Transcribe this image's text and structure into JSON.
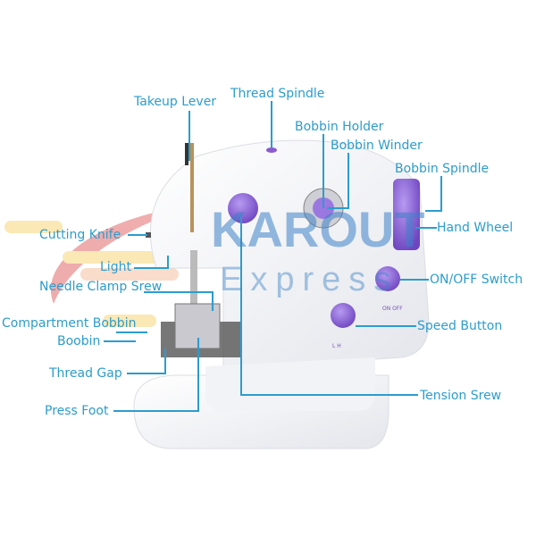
{
  "watermark": {
    "brand": "KAROUT",
    "sub": "Express"
  },
  "machine_marks": {
    "power": "ON OFF",
    "speed": "L H"
  },
  "labels": {
    "takeup_lever": "Takeup Lever",
    "thread_spindle": "Thread Spindle",
    "bobbin_holder": "Bobbin Holder",
    "bobbin_winder": "Bobbin Winder",
    "bobbin_spindle": "Bobbin Spindle",
    "hand_wheel": "Hand Wheel",
    "cutting_knife": "Cutting Knife",
    "light": "Light",
    "needle_clamp": "Needle Clamp Srew",
    "compartment_bobbin": "Compartment Bobbin",
    "boobin": "Boobin",
    "thread_gap": "Thread Gap",
    "press_foot": "Press Foot",
    "tension": "Tension Srew",
    "onoff": "ON/OFF Switch",
    "speed": "Speed Button"
  },
  "colors": {
    "label": "#2c9ccd",
    "accent": "#8a5cd0"
  }
}
